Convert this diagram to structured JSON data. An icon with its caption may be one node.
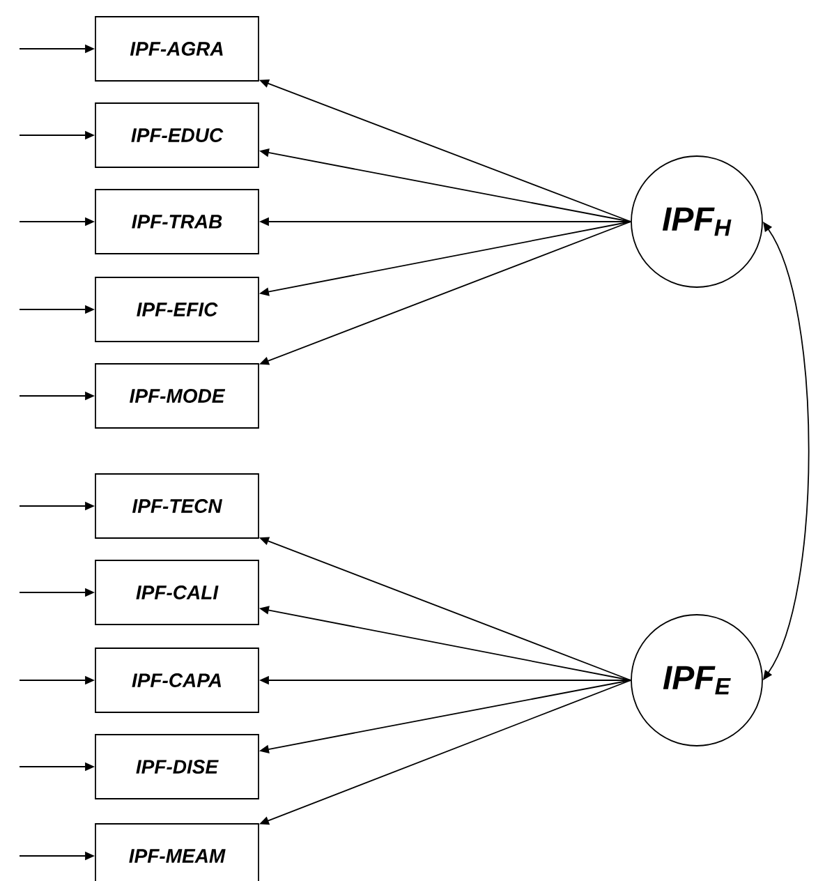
{
  "diagram": {
    "nodes": [
      {
        "text": [
          "IPF-AGRA"
        ]
      },
      {
        "text": [
          "IPF-EDUC"
        ]
      },
      {
        "text": [
          "IPF-TRAB"
        ]
      },
      {
        "text": [
          "IPF-EFIC"
        ]
      },
      {
        "text": [
          "IPF-MODE"
        ]
      },
      {
        "text": [
          "IPF-TECN"
        ]
      },
      {
        "text": [
          "IPF-CALI"
        ]
      },
      {
        "text": [
          "IPF-CAPA"
        ]
      },
      {
        "text": [
          "IPF-DISE"
        ]
      },
      {
        "text": [
          "IPF-MEAM"
        ]
      },
      {
        "text": [
          "IPF$_{H}$"
        ]
      },
      {
        "text": [
          "IPF$_{E}$"
        ]
      }
    ],
    "edges": [
      {
        "from": null,
        "to": 0,
        "arrow": "to"
      },
      {
        "from": null,
        "to": 1,
        "arrow": "to"
      },
      {
        "from": null,
        "to": 2,
        "arrow": "to"
      },
      {
        "from": null,
        "to": 3,
        "arrow": "to"
      },
      {
        "from": null,
        "to": 4,
        "arrow": "to"
      },
      {
        "from": null,
        "to": 5,
        "arrow": "to"
      },
      {
        "from": null,
        "to": 6,
        "arrow": "to"
      },
      {
        "from": null,
        "to": 7,
        "arrow": "to"
      },
      {
        "from": null,
        "to": 8,
        "arrow": "to"
      },
      {
        "from": null,
        "to": 9,
        "arrow": "to"
      },
      {
        "from": 10,
        "to": 0,
        "arrow": "to"
      },
      {
        "from": 10,
        "to": 1,
        "arrow": "to"
      },
      {
        "from": 10,
        "to": 2,
        "arrow": "to"
      },
      {
        "from": 10,
        "to": 3,
        "arrow": "to"
      },
      {
        "from": 10,
        "to": 4,
        "arrow": "to"
      },
      {
        "from": 11,
        "to": 5,
        "arrow": "to"
      },
      {
        "from": 11,
        "to": 6,
        "arrow": "to"
      },
      {
        "from": 11,
        "to": 7,
        "arrow": "to"
      },
      {
        "from": 11,
        "to": 8,
        "arrow": "to"
      },
      {
        "from": 11,
        "to": 9,
        "arrow": "to"
      },
      {
        "from": 10,
        "to": 11,
        "arrow": "both"
      }
    ]
  }
}
